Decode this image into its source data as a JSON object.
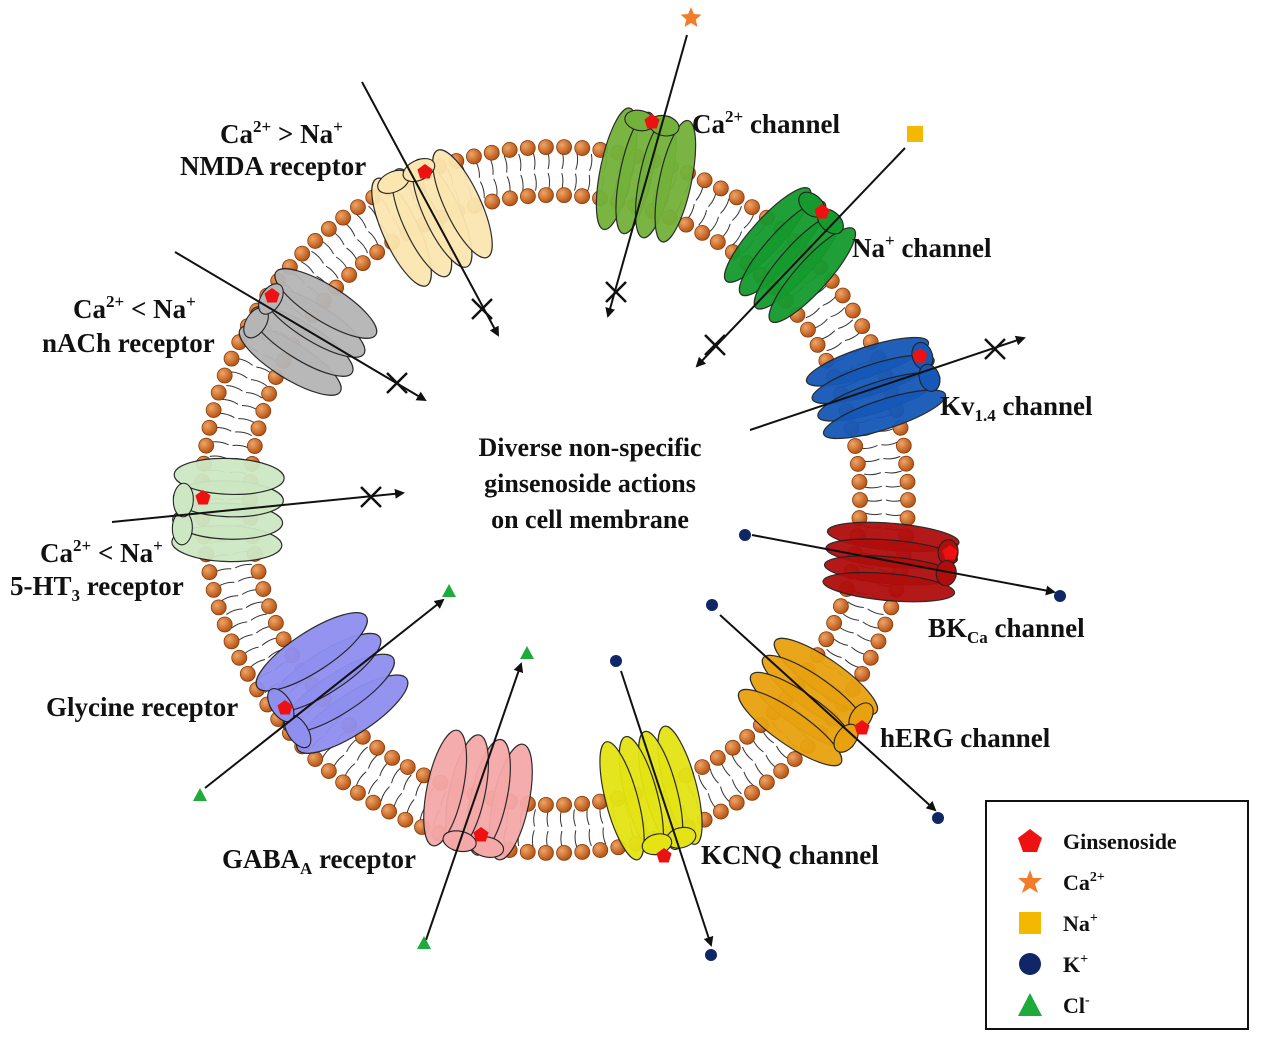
{
  "center_text": {
    "line1": "Diverse non-specific",
    "line2": "ginsenoside actions",
    "line3": "on cell membrane"
  },
  "labels": {
    "nmda_ratio": {
      "main": "Ca",
      "sup1": "2+",
      "mid": " > Na",
      "sup2": "+"
    },
    "nmda_name": "NMDA receptor",
    "nach_ratio": {
      "main": "Ca",
      "sup1": "2+",
      "mid": " < Na",
      "sup2": "+"
    },
    "nach_name": "nACh receptor",
    "ht3_ratio": {
      "main": "Ca",
      "sup1": "2+",
      "mid": " < Na",
      "sup2": "+"
    },
    "ht3_name": {
      "pre": "5-HT",
      "sub": "3",
      "post": " receptor"
    },
    "glycine": "Glycine receptor",
    "gaba": {
      "pre": "GABA",
      "sub": "A",
      "post": " receptor"
    },
    "kcnq": "KCNQ channel",
    "herg": "hERG channel",
    "bkca": {
      "pre": "BK",
      "sub": "Ca",
      "post": " channel"
    },
    "kv14": {
      "pre": "Kv",
      "sub": "1.4",
      "post": " channel"
    },
    "na_channel": {
      "pre": "Na",
      "sup": "+",
      "post": " channel"
    },
    "ca_channel": {
      "pre": "Ca",
      "sup": "2+",
      "post": " channel"
    }
  },
  "legend": [
    {
      "name": "Ginsenoside",
      "sup": "",
      "color": "#ee1111",
      "icon": "pentagon-icon"
    },
    {
      "name": "Ca",
      "sup": "2+",
      "color": "#f07c2c",
      "icon": "star-icon"
    },
    {
      "name": "Na",
      "sup": "+",
      "color": "#f5b800",
      "icon": "square-icon"
    },
    {
      "name": "K",
      "sup": "+",
      "color": "#0f2766",
      "icon": "circle-icon"
    },
    {
      "name": "Cl",
      "sup": "-",
      "color": "#1faa3c",
      "icon": "triangle-icon"
    }
  ],
  "colors": {
    "membrane_head": "#c95f1e",
    "ginsenoside": "#ee1111",
    "calcium": "#f07c2c",
    "sodium": "#f5b800",
    "potassium": "#0f2766",
    "chloride": "#1faa3c",
    "nmda": "#fbe6b0",
    "nach": "#b5b5b5",
    "ht3": "#cde7c3",
    "glycine": "#8f8ff0",
    "gaba": "#f4a8a8",
    "kcnq": "#e4e414",
    "herg": "#e8a20f",
    "bkca": "#b00d0d",
    "kv14": "#1558b8",
    "na_channel": "#159a2e",
    "ca_channel": "#73b23a"
  }
}
